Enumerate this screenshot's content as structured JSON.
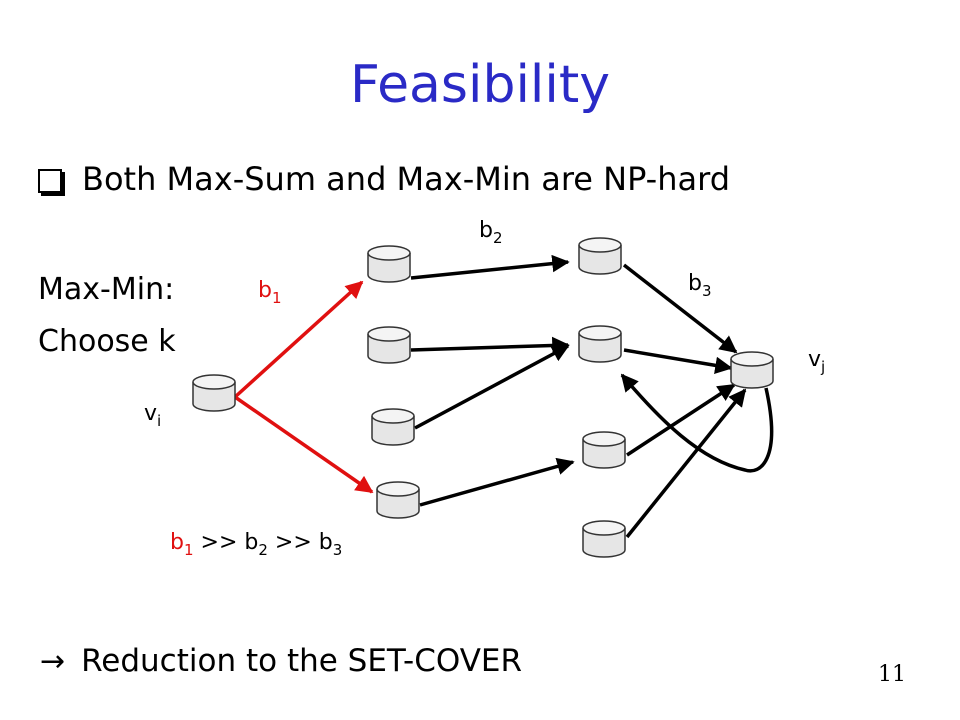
{
  "title": "Feasibility",
  "bullet": "Both Max-Sum and Max-Min are NP-hard",
  "line1": "Max-Min:",
  "line2": "Choose k",
  "bottom_arrow": "→",
  "bottom": "Reduction to the SET-COVER",
  "page_number": "11",
  "labels": {
    "b1": {
      "base": "b",
      "sub": "1"
    },
    "b2": {
      "base": "b",
      "sub": "2"
    },
    "b3": {
      "base": "b",
      "sub": "3"
    },
    "vi": {
      "base": "v",
      "sub": "i"
    },
    "vj": {
      "base": "v",
      "sub": "j"
    },
    "order": {
      "b1": "b",
      "s1": "1",
      "gt1": " >> b",
      "s2": "2",
      "gt2": " >> b",
      "s3": "3"
    }
  },
  "colors": {
    "title": "#2a2ac6",
    "highlight": "#e01010",
    "node_fill": "#e6e6e6"
  }
}
